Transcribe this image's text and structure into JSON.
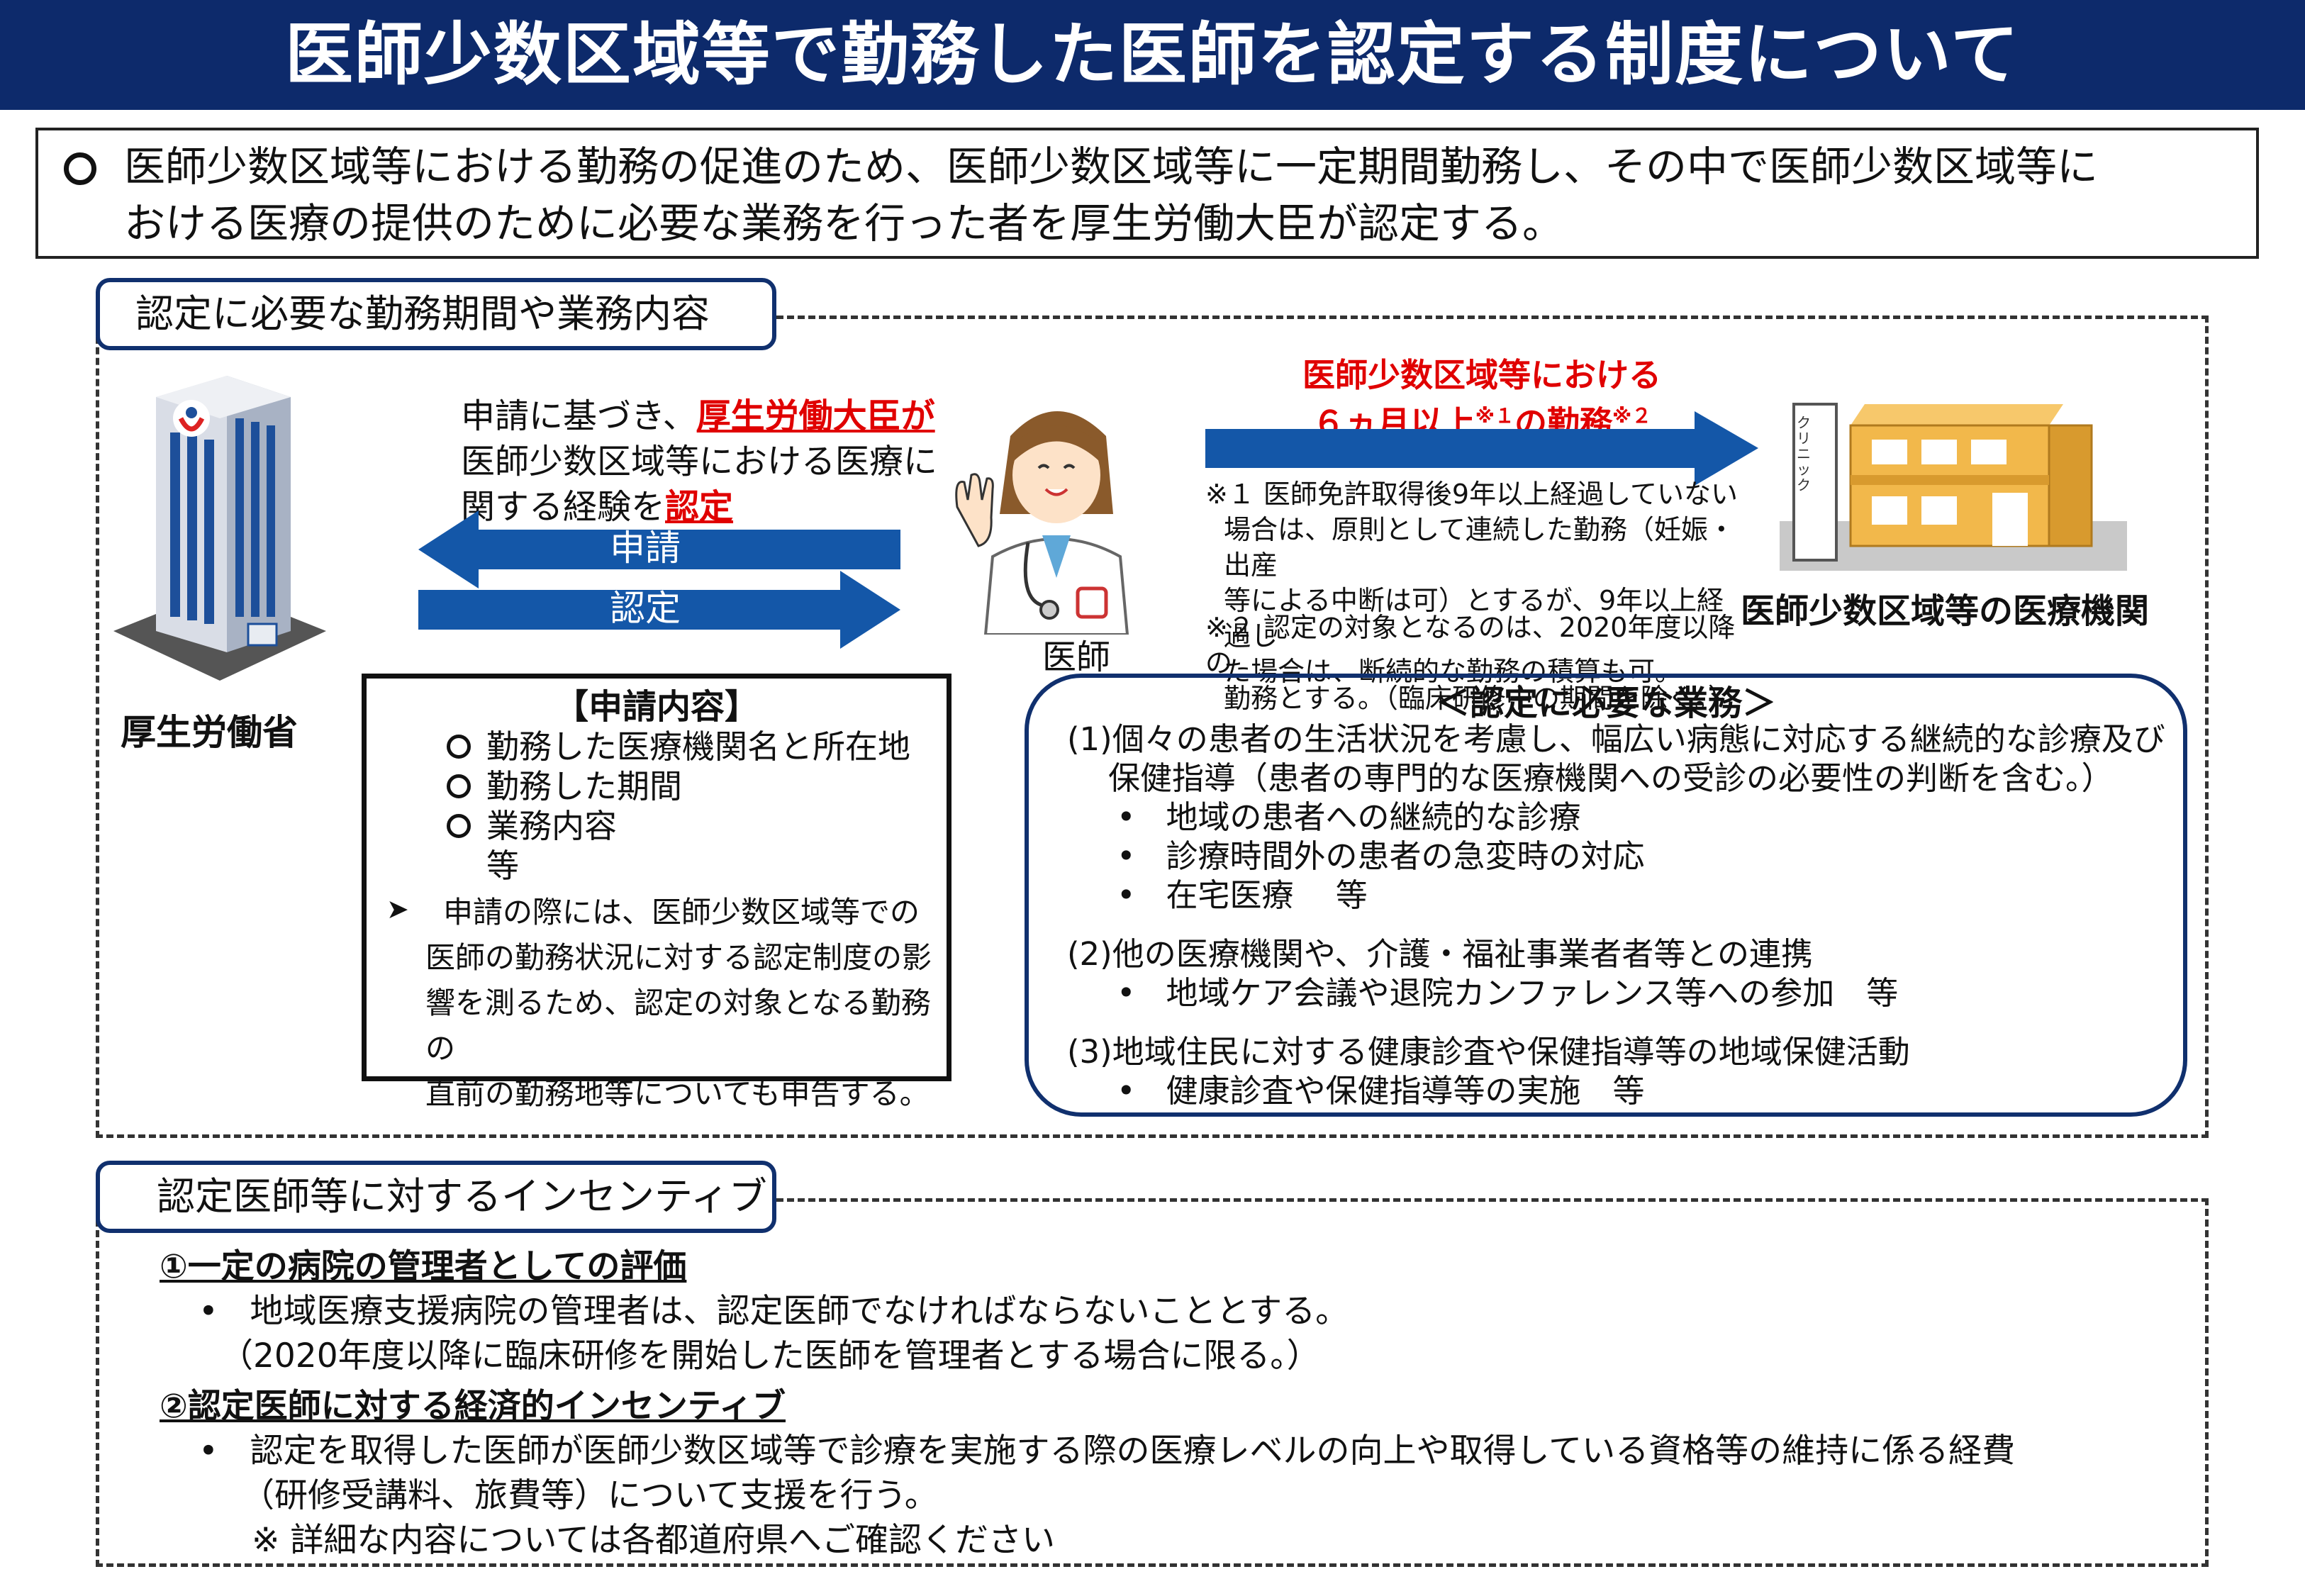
{
  "title": "医師少数区域等で勤務した医師を認定する制度について",
  "intro": {
    "line1": "医師少数区域等における勤務の促進のため、医師少数区域等に一定期間勤務し、その中で医師少数区域等に",
    "line2": "おける医療の提供のために必要な業務を行った者を厚生労働大臣が認定する。"
  },
  "section1": {
    "tab_label": "認定に必要な勤務期間や業務内容",
    "ministry_label": "厚生労働省",
    "approval_text": {
      "pre": "申請に基づき、",
      "minister": "厚生労働大臣が",
      "line2": "医師少数区域等における医療に",
      "line3_pre": "関する経験を",
      "line3_key": "認定"
    },
    "arrow_apply": "申請",
    "arrow_certify": "認定",
    "doctor_label": "医師",
    "work_line1": "医師少数区域等における",
    "work_line2_pre": "６ヵ月以上",
    "work_note1_mark": "※１",
    "work_line2_mid": "の勤務",
    "work_note2_mark": "※２",
    "note1": [
      "※１ 医師免許取得後9年以上経過していない",
      "場合は、原則として連続した勤務（妊娠・出産",
      "等による中断は可）とするが、9年以上経過し",
      "た場合は、断続的な勤務の積算も可。"
    ],
    "note2": [
      "※２ 認定の対象となるのは、2020年度以降の",
      "勤務とする。（臨床研修中の期間を除く。）"
    ],
    "clinic_sign": "クリニック",
    "facility_label": "医師少数区域等の医療機関",
    "application_box": {
      "heading": "【申請内容】",
      "items": [
        "勤務した医療機関名と所在地",
        "勤務した期間",
        "業務内容"
      ],
      "etc": "等",
      "note": [
        "申請の際には、医師少数区域等での",
        "医師の勤務状況に対する認定制度の影",
        "響を測るため、認定の対象となる勤務の",
        "直前の勤務地等についても申告する。"
      ]
    },
    "duties_box": {
      "heading": "＜認定に必要な業務＞",
      "item1_line1": "(1)個々の患者の生活状況を考慮し、幅広い病態に対応する継続的な診療及び",
      "item1_line2": "保健指導（患者の専門的な医療機関への受診の必要性の判断を含む。）",
      "item1_bullets": [
        "地域の患者への継続的な診療",
        "診療時間外の患者の急変時の対応",
        "在宅医療　 等"
      ],
      "item2": "(2)他の医療機関や、介護・福祉事業者者等との連携",
      "item2_bullets": [
        "地域ケア会議や退院カンファレンス等への参加　等"
      ],
      "item3": "(3)地域住民に対する健康診査や保健指導等の地域保健活動",
      "item3_bullets": [
        "健康診査や保健指導等の実施　等"
      ]
    }
  },
  "section2": {
    "tab_label": "認定医師等に対するインセンティブ",
    "h1": "①一定の病院の管理者としての評価",
    "h1_bullet": "地域医療支援病院の管理者は、認定医師でなければならないこととする。",
    "h1_sub": "（2020年度以降に臨床研修を開始した医師を管理者とする場合に限る。）",
    "h2": "②認定医師に対する経済的インセンティブ",
    "h2_bullet": "認定を取得した医師が医師少数区域等で診療を実施する際の医療レベルの向上や取得している資格等の維持に係る経費",
    "h2_sub": "（研修受講料、旅費等）について支援を行う。",
    "h2_note": "※ 詳細な内容については各都道府県へご確認ください"
  },
  "colors": {
    "navy": "#0d2a6b",
    "arrow_blue": "#1457a8",
    "red": "#e00000"
  }
}
